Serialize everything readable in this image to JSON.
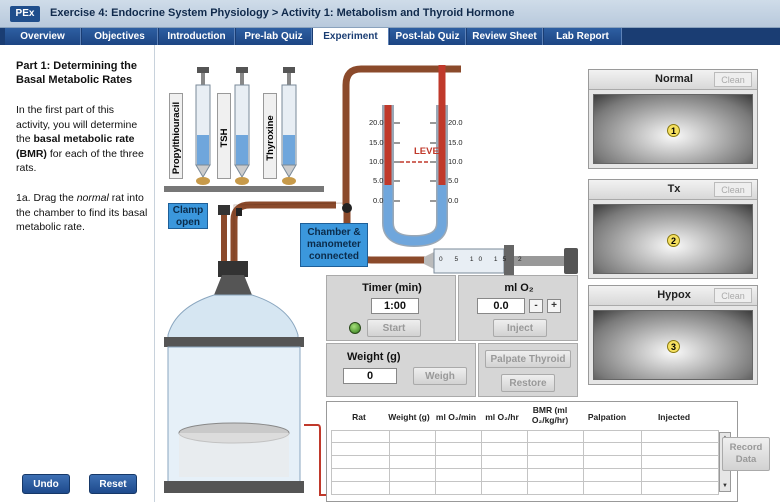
{
  "header": {
    "badge": "PEx",
    "title": "Exercise 4: Endocrine System Physiology > Activity 1: Metabolism and Thyroid Hormone"
  },
  "tabs": [
    {
      "label": "Overview"
    },
    {
      "label": "Objectives"
    },
    {
      "label": "Introduction"
    },
    {
      "label": "Pre-lab Quiz"
    },
    {
      "label": "Experiment"
    },
    {
      "label": "Post-lab Quiz"
    },
    {
      "label": "Review Sheet"
    },
    {
      "label": "Lab Report"
    }
  ],
  "active_tab": "Experiment",
  "left_panel": {
    "title": "Part 1: Determining the Basal Metabolic Rates",
    "p1_a": "In the first part of this activity, you will determine the ",
    "p1_b": "basal metabolic rate (BMR)",
    "p1_c": " for each of the three rats.",
    "p2_a": "1a. Drag the ",
    "p2_b": "normal",
    "p2_c": " rat into the chamber to find its basal metabolic rate.",
    "undo": "Undo",
    "reset": "Reset"
  },
  "syringes": [
    "Propylthiouracil",
    "TSH",
    "Thyroxine"
  ],
  "labels": {
    "clamp": "Clamp open",
    "chamber_manometer": "Chamber & manometer connected",
    "level": "LEVEL"
  },
  "manometer_scale": [
    "20.0",
    "15.0",
    "10.0",
    "5.0",
    "0.0"
  ],
  "syringe_scale": [
    "0",
    "5",
    "10",
    "15",
    "2"
  ],
  "chambers": [
    {
      "label": "Normal",
      "clean": "Clean",
      "rat": "1"
    },
    {
      "label": "Tx",
      "clean": "Clean",
      "rat": "2"
    },
    {
      "label": "Hypox",
      "clean": "Clean",
      "rat": "3"
    }
  ],
  "controls": {
    "timer_label": "Timer (min)",
    "timer_value": "1:00",
    "start": "Start",
    "o2_label": "ml O₂",
    "o2_value": "0.0",
    "minus": "-",
    "plus": "+",
    "inject": "Inject",
    "weight_label": "Weight (g)",
    "weight_value": "0",
    "weigh": "Weigh",
    "palpate": "Palpate Thyroid",
    "restore": "Restore",
    "record": "Record Data"
  },
  "colors": {
    "tab_bar": "#1a3d73",
    "label_blue": "#3b97dc",
    "fluid_red": "#c0392b",
    "fluid_blue": "#6fa6dc",
    "tubing": "#8b4a2b"
  },
  "table": {
    "headers": [
      "Rat",
      "Weight (g)",
      "ml O₂/min",
      "ml O₂/hr",
      "BMR (ml O₂/kg/hr)",
      "Palpation",
      "Injected"
    ]
  }
}
